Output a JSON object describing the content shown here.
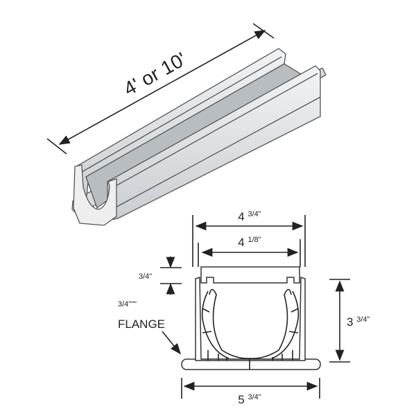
{
  "length_label": "4' or 10'",
  "dimensions": {
    "outer_width": {
      "whole": "4",
      "fraction": "3/4",
      "unit": "\""
    },
    "inner_width": {
      "whole": "4",
      "fraction": "1/8",
      "unit": "\""
    },
    "grate_depth": {
      "fraction": "3/4",
      "unit": "\""
    },
    "flange_thickness": {
      "fraction": "3/4",
      "unit": "\"\"\""
    },
    "height": {
      "whole": "3",
      "fraction": "3/4",
      "unit": "\""
    },
    "flange_width": {
      "whole": "5",
      "fraction": "3/4",
      "unit": "\""
    }
  },
  "flange_label": "FLANGE",
  "colors": {
    "channel_fill": "#e6e8ea",
    "channel_shade": "#c9cdd1",
    "line": "#222222"
  }
}
